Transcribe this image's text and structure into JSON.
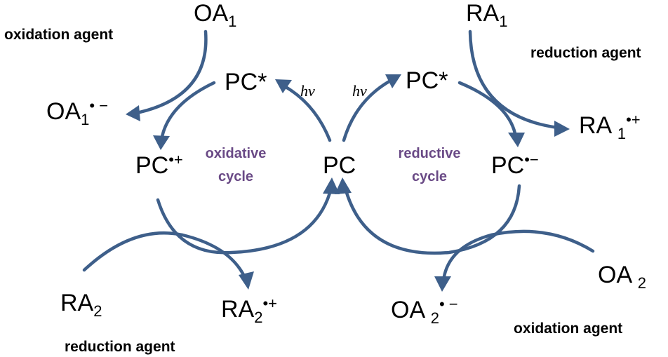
{
  "colors": {
    "arrow": "#3e5f8a",
    "cycle_label": "#6a4a86",
    "text": "#000000"
  },
  "center": {
    "pc": "PC"
  },
  "oxidative": {
    "pc_star": "PC*",
    "pc_cation": "PC",
    "pc_cation_sup": "•+",
    "cycle_line1": "oxidative",
    "cycle_line2": "cycle",
    "hv": "hν",
    "oa1": "OA",
    "oa1_sub": "1",
    "oa1_product": "OA",
    "oa1_product_sub": "1",
    "oa1_product_sup": "• −",
    "oa1_agent": "oxidation agent",
    "ra2": "RA",
    "ra2_sub": "2",
    "ra2_product": "RA",
    "ra2_product_sub": "2",
    "ra2_product_sup": "•+",
    "ra2_agent": "reduction agent"
  },
  "reductive": {
    "pc_star": "PC*",
    "pc_anion": "PC",
    "pc_anion_sup": "•−",
    "cycle_line1": "reductive",
    "cycle_line2": "cycle",
    "hv": "hν",
    "ra1": "RA",
    "ra1_sub": "1",
    "ra1_product": "RA ",
    "ra1_product_sub": "1",
    "ra1_product_sup": "•+",
    "ra1_agent": "reduction agent",
    "oa2": "OA ",
    "oa2_sub": "2",
    "oa2_product": "OA ",
    "oa2_product_sub": "2",
    "oa2_product_sup": "• −",
    "oa2_agent": "oxidation agent"
  }
}
